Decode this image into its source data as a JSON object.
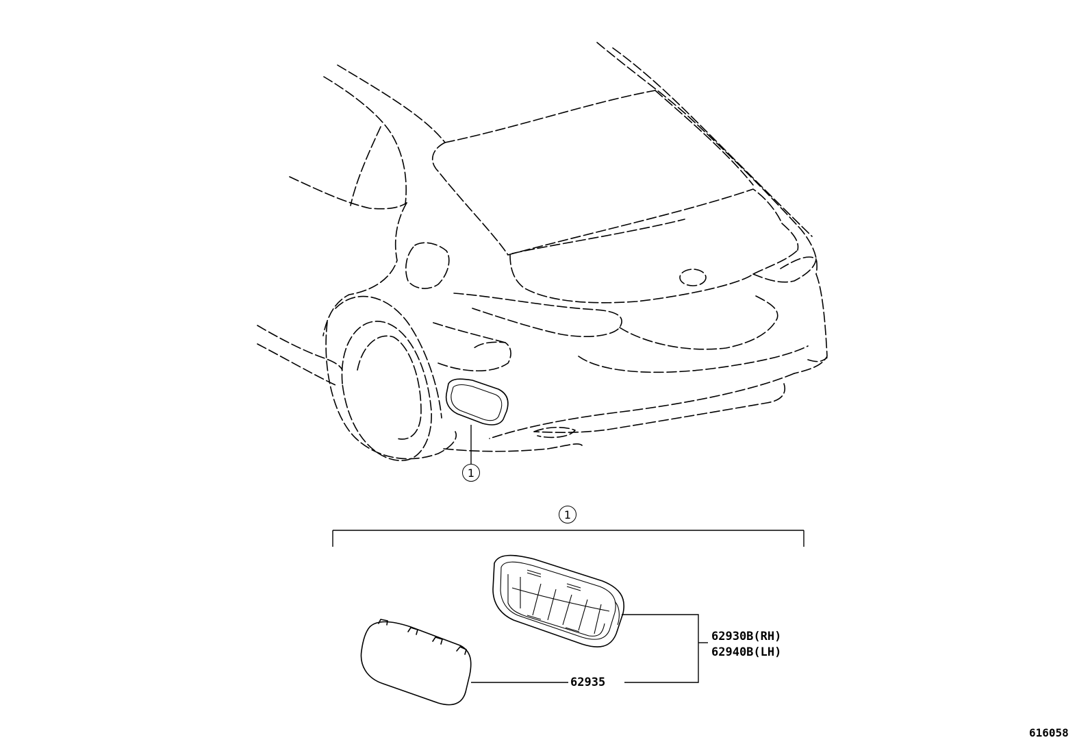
{
  "callout_marker": "1",
  "parts": {
    "main_part_rh": "62930B(RH)",
    "main_part_lh": "62940B(LH)",
    "cover_part": "62935"
  },
  "diagram_id": "616058"
}
